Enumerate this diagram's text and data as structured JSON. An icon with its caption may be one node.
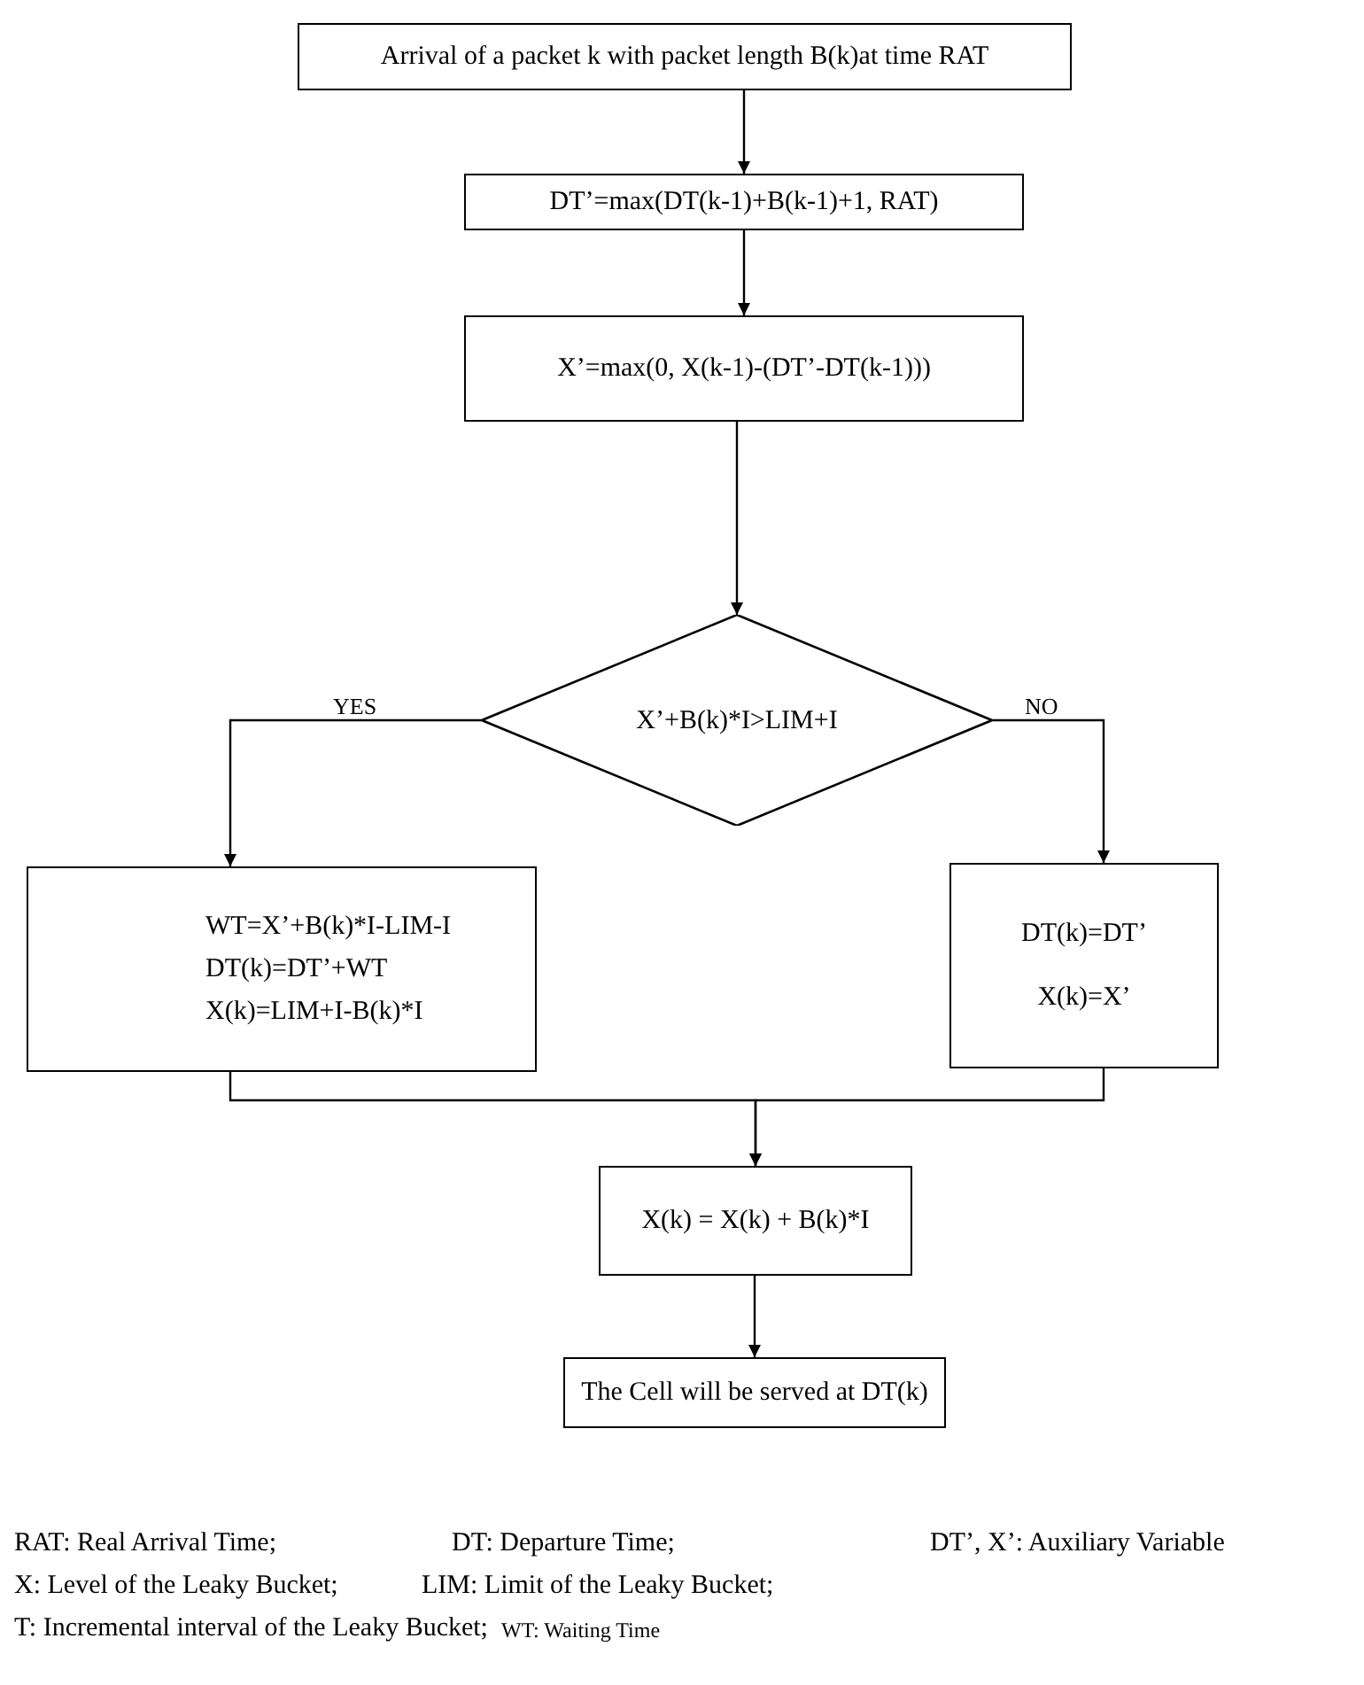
{
  "diagram": {
    "nodes": [
      {
        "text": [
          "Arrival of a packet k with packet length B(k)at time RAT"
        ]
      },
      {
        "text": [
          "DT’=max(DT(k-1)+B(k-1)+1, RAT)"
        ]
      },
      {
        "text": [
          "X’=max(0, X(k-1)-(DT’-DT(k-1)))"
        ]
      },
      {
        "text": [
          "X’+B(k)*I>LIM+I"
        ]
      },
      {
        "text": [
          "WT=X’+B(k)*I-LIM-I",
          "DT(k)=DT’+WT",
          "X(k)=LIM+I-B(k)*I"
        ]
      },
      {
        "text": [
          "DT(k)=DT’",
          "X(k)=X’"
        ]
      },
      {
        "text": [
          "X(k) = X(k) + B(k)*I"
        ]
      },
      {
        "text": [
          "The Cell will be served at DT(k)"
        ]
      }
    ],
    "edges": [
      {
        "from": 0,
        "to": 1,
        "arrow": "to"
      },
      {
        "from": 1,
        "to": 2,
        "arrow": "to"
      },
      {
        "from": 2,
        "to": 3,
        "arrow": "to"
      },
      {
        "from": 3,
        "to": 4,
        "arrow": "to",
        "label": "YES"
      },
      {
        "from": 3,
        "to": 5,
        "arrow": "to",
        "label": "NO"
      },
      {
        "from": 4,
        "to": 6,
        "arrow": "to"
      },
      {
        "from": 5,
        "to": 6,
        "arrow": "to"
      },
      {
        "from": 6,
        "to": 7,
        "arrow": "to"
      }
    ],
    "labels": [
      "RAT:  Real Arrival Time;",
      "DT:  Departure Time;",
      "DT’, X’:  Auxiliary Variable",
      "X:  Level of the Leaky Bucket;",
      "LIM:  Limit of the Leaky Bucket;",
      "T:  Incremental interval of the Leaky Bucket;",
      "WT: Waiting Time"
    ]
  }
}
